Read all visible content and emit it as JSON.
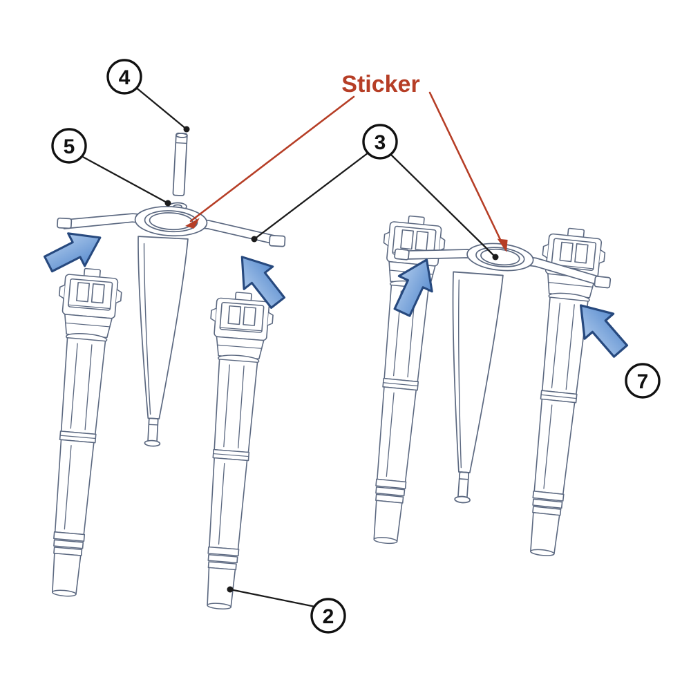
{
  "annotations": {
    "sticker_label": "Sticker",
    "callouts": [
      {
        "number": "4"
      },
      {
        "number": "5"
      },
      {
        "number": "3"
      },
      {
        "number": "2"
      },
      {
        "number": "7"
      }
    ]
  },
  "colors": {
    "annotation_red": "#b63e26",
    "leader_black": "#1b1b1b",
    "arrow_blue_fill": "#6e9ed6",
    "arrow_blue_fill_light": "#a9c6ea",
    "arrow_blue_stroke": "#27497e",
    "artwork_stroke": "#5b6880",
    "background": "#ffffff"
  }
}
